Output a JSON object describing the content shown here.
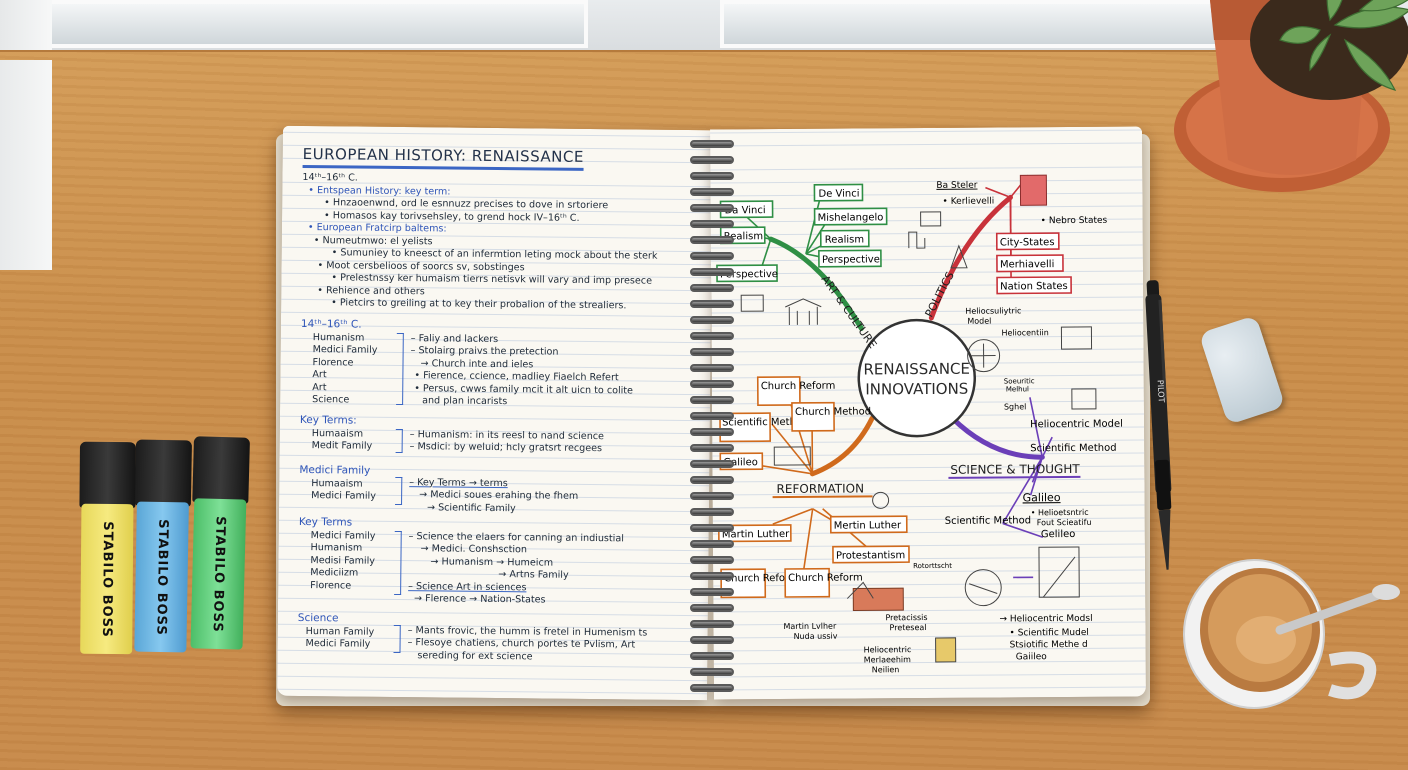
{
  "left_page": {
    "title": "EUROPEAN HISTORY: RENAISSANCE",
    "lines": [
      "14ᵗʰ–16ᵗʰ C.",
      "• Entspean History: key term:",
      "• Hnzaoenwnd, ord le esnnuzz precises to dove in srtoriere",
      "• Homasos kay torivsehsley, to grend hock IV–16ᵗʰ C.",
      "• European Fratcirp baltems:",
      "• Numeutmwo: el yelists",
      "• Sumuniey to kneesct of an infermtion leting mock about the sterk",
      "• Moot cersbelioos of soorcs sv, sobstinges",
      "• Prelestnssy ker humaism tierrs netisvk will vary and imp presece",
      "• Rehience and others",
      "• Pietcirs to greiling at to key their probalion of the strealiers."
    ],
    "section1": {
      "heading": "14ᵗʰ–16ᵗʰ C.",
      "items": [
        "Humanism",
        "Medici Family",
        "Florence",
        "Art",
        "Art",
        "Science"
      ],
      "notes": [
        "– Faliy and lackers",
        "– Stolairg praivs the pretection",
        "→ Church inte and ieles",
        "• Fierence, ccience, madliey Fiaelch Refert",
        "• Persus, cwws family mcit it alt uicn to colite",
        "and plan incarists"
      ]
    },
    "section2": {
      "heading": "Key Terms:",
      "items": [
        "Humaaism",
        "Medit Family"
      ],
      "notes": [
        "– Humanism: in its reesl to nand science",
        "– Msdici: by weluid; hcly gratsrt recgees"
      ]
    },
    "section3": {
      "heading": "Medici Family",
      "items": [
        "Humaaism",
        "Medici Family"
      ],
      "notes": [
        "– Key Terms → terms",
        "→ Medici soues erahing the fhem",
        "→ Scientific Family"
      ]
    },
    "section4": {
      "heading": "Key Terms",
      "items": [
        "Medici Family",
        "Humanism",
        "Medisi Family",
        "Mediciizm",
        "Florence"
      ],
      "notes": [
        "– Science the elaers for canning an indiustial",
        "→ Medici. Conshsction",
        "→ Humanism → Humeicm",
        "→ Artns Family",
        "– Science  Art in sciences",
        "→ Flerence → Nation-States"
      ]
    },
    "section5": {
      "heading": "Science",
      "items": [
        "Human Family",
        "Medici Family"
      ],
      "notes": [
        "– Mants frovic, the humm is fretel in Humenism ts",
        "– Flesoye chatiens, church portes te Pvlism, Art",
        "sereding for ext science"
      ]
    }
  },
  "mind_map": {
    "center": [
      "RENAISSANCE",
      "INNOVATIONS"
    ],
    "branches": {
      "art": {
        "label": "ART & CULTURE",
        "color": "#2f8f45",
        "nodes": [
          "Da Vinci",
          "Realism",
          "Perspective",
          "De Vinci",
          "Mishelangelo",
          "Realism",
          "Perspective"
        ]
      },
      "politics": {
        "label": "POLITICS",
        "color": "#c8323a",
        "nodes": [
          "Ba Steler",
          "• Kerlievelli",
          "• Nebro States",
          "City-States",
          "Merhiavelli",
          "Nation States"
        ]
      },
      "reformation": {
        "label": "REFORMATION",
        "color": "#d06a1c",
        "nodes": [
          "Scientific Method",
          "Church Reform",
          "Church Method",
          "Galileo",
          "Martin Luther",
          "Mertin Luther",
          "Protestantism",
          "Church Reform",
          "Church Reform"
        ],
        "notes": [
          "Martin Lvlher",
          "Nuda ussiv",
          "Pretacissis",
          "Preteseal",
          "Heliocentric",
          "Merlaeehim",
          "Neilien",
          "Rotorttscht"
        ]
      },
      "science": {
        "label": "SCIENCE & THOUGHT",
        "color": "#6b3fb8",
        "nodes": [
          "Heliocentric Model",
          "Scientific Method",
          "Galileo",
          "Scientific Method",
          "Gelileo"
        ],
        "notes": [
          "Heliocsuliytric",
          "Model",
          "Heliocentiin",
          "Soeuritic",
          "Melhul",
          "Sghel",
          "• Helioetsntric",
          "Fout Scieatifu",
          "→ Heliocentric Modsl",
          "• Scientific Mudel",
          "Stsiotific Methe  d",
          "Gaiileo"
        ]
      }
    }
  },
  "objects": {
    "highlighters": [
      {
        "brand": "STABILO BOSS",
        "color": "#f3e572"
      },
      {
        "brand": "STABILO BOSS",
        "color": "#6fb8e6"
      },
      {
        "brand": "STABILO BOSS",
        "color": "#5fd07a"
      }
    ],
    "pen_brand": "PILOT"
  }
}
